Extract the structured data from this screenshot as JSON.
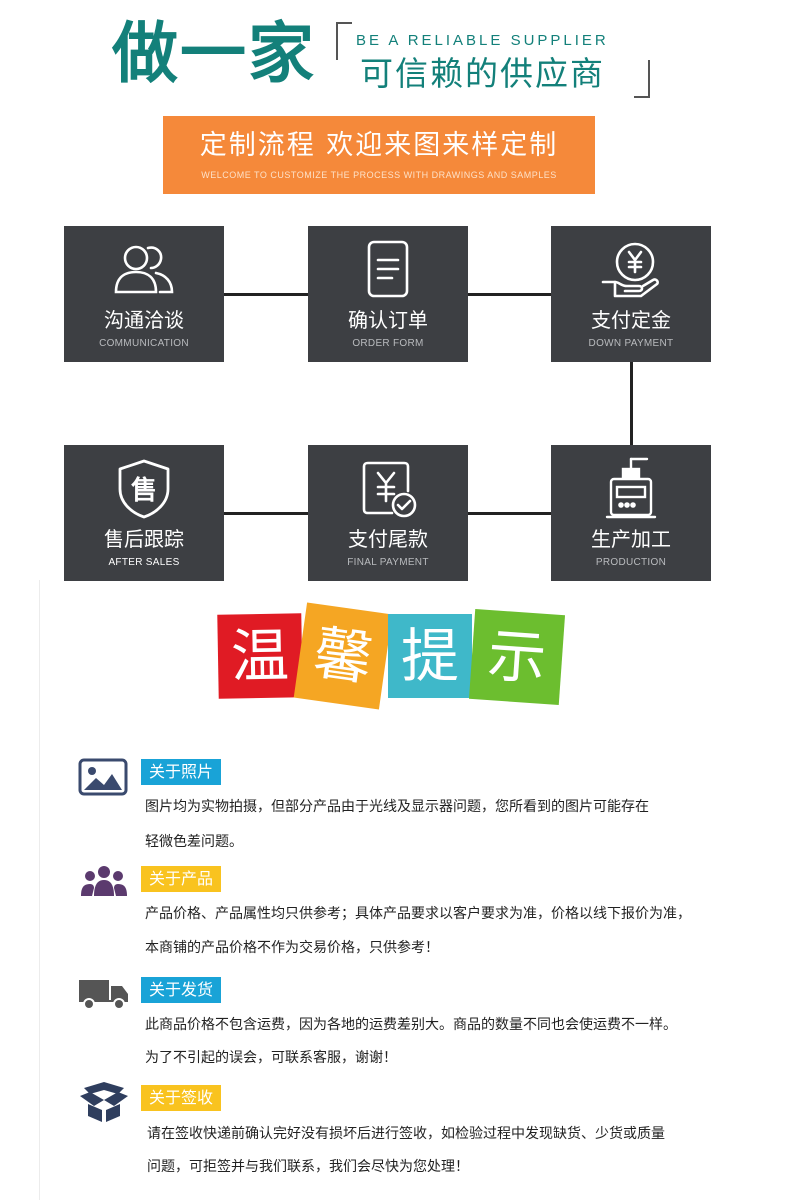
{
  "header": {
    "title": "做一家",
    "slogan_en": "BE A RELIABLE SUPPLIER",
    "slogan_cn": "可信赖的供应商"
  },
  "banner": {
    "main": "定制流程  欢迎来图来样定制",
    "sub": "WELCOME TO CUSTOMIZE THE PROCESS WITH DRAWINGS AND SAMPLES",
    "color": "#f5893a"
  },
  "process": {
    "box_color": "#3d3f43",
    "steps": [
      {
        "cn": "沟通洽谈",
        "en": "COMMUNICATION",
        "icon": "people-icon"
      },
      {
        "cn": "确认订单",
        "en": "ORDER FORM",
        "icon": "document-icon"
      },
      {
        "cn": "支付定金",
        "en": "DOWN PAYMENT",
        "icon": "yuan-coin-hand-icon"
      },
      {
        "cn": "生产加工",
        "en": "PRODUCTION",
        "icon": "machine-icon"
      },
      {
        "cn": "支付尾款",
        "en": "FINAL PAYMENT",
        "icon": "yuan-check-icon"
      },
      {
        "cn": "售后跟踪",
        "en": "AFTER SALES",
        "icon": "shield-icon"
      }
    ]
  },
  "tips": {
    "chars": [
      "温",
      "馨",
      "提",
      "示"
    ],
    "badge_char": "售",
    "colors": [
      "#e01b24",
      "#f5a623",
      "#3fb8c9",
      "#6cbe2f"
    ]
  },
  "notes": [
    {
      "tag": "关于照片",
      "line1": "图片均为实物拍摄，但部分产品由于光线及显示器问题，您所看到的图片可能存在",
      "line2": "轻微色差问题。",
      "icon": "photo-icon"
    },
    {
      "tag": "关于产品",
      "line1": "产品价格、产品属性均只供参考；具体产品要求以客户要求为准，价格以线下报价为准，",
      "line2": "本商铺的产品价格不作为交易价格，只供参考！",
      "icon": "group-icon"
    },
    {
      "tag": "关于发货",
      "line1": "此商品价格不包含运费，因为各地的运费差别大。商品的数量不同也会使运费不一样。",
      "line2": "为了不引起的误会，可联系客服，谢谢！",
      "icon": "truck-icon"
    },
    {
      "tag": "关于签收",
      "line1": "请在签收快递前确认完好没有损坏后进行签收，如检验过程中发现缺货、少货或质量",
      "line2": "问题，可拒签并与我们联系，我们会尽快为您处理！",
      "icon": "box-icon"
    }
  ]
}
